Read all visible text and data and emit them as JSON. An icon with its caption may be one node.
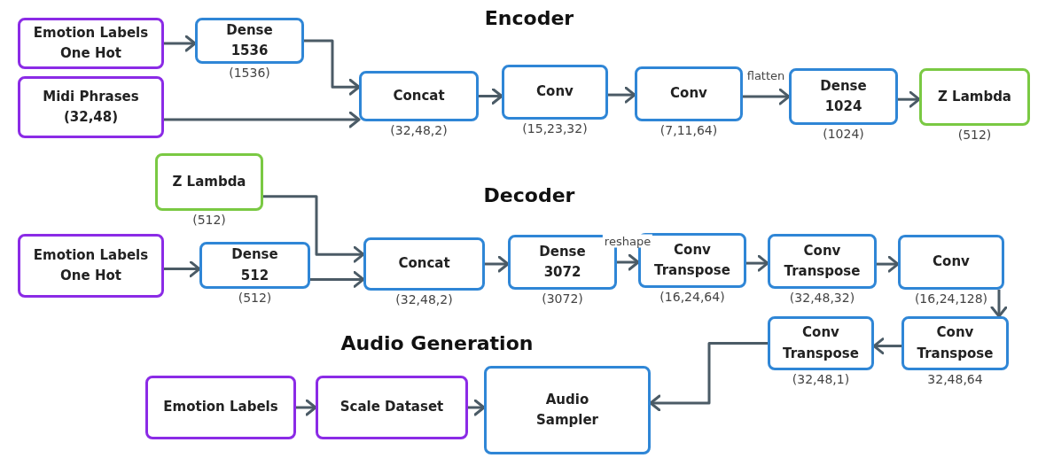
{
  "diagram": {
    "nodes": [
      {
        "text": [
          "Emotion Labels One Hot"
        ]
      },
      {
        "text": [
          "Dense 1536"
        ],
        "beside": [
          "(1536)"
        ]
      },
      {
        "text": [
          "Midi Phrases (32,48)"
        ]
      },
      {
        "text": [
          "Concat"
        ],
        "beside": [
          "(32,48,2)"
        ]
      },
      {
        "text": [
          "Conv"
        ],
        "beside": [
          "(15,23,32)"
        ]
      },
      {
        "text": [
          "Conv"
        ],
        "beside": [
          "(7,11,64)"
        ]
      },
      {
        "text": [
          "Dense 1024"
        ],
        "beside": [
          "(1024)"
        ]
      },
      {
        "text": [
          "Z Lambda"
        ],
        "beside": [
          "(512)"
        ]
      },
      {
        "text": [
          "Z Lambda"
        ],
        "beside": [
          "(512)"
        ]
      },
      {
        "text": [
          "Emotion Labels One Hot"
        ]
      },
      {
        "text": [
          "Dense 512"
        ],
        "beside": [
          "(512)"
        ]
      },
      {
        "text": [
          "Concat"
        ],
        "beside": [
          "(32,48,2)"
        ]
      },
      {
        "text": [
          "Dense 3072"
        ],
        "beside": [
          "(3072)"
        ]
      },
      {
        "text": [
          "Conv Transpose"
        ],
        "beside": [
          "(16,24,64)"
        ]
      },
      {
        "text": [
          "Conv Transpose"
        ],
        "beside": [
          "(32,48,32)"
        ]
      },
      {
        "text": [
          "Conv"
        ],
        "beside": [
          "(16,24,128)"
        ]
      },
      {
        "text": [
          "Conv Transpose"
        ],
        "beside": [
          "32,48,64"
        ]
      },
      {
        "text": [
          "Conv Transpose"
        ],
        "beside": [
          "(32,48,1)"
        ]
      },
      {
        "text": [
          "Emotion Labels"
        ]
      },
      {
        "text": [
          "Scale Dataset"
        ]
      },
      {
        "text": [
          "Audio Sampler"
        ]
      }
    ],
    "edges": [
      {
        "from": 0,
        "to": 1,
        "arrow": "to"
      },
      {
        "from": 1,
        "to": 3,
        "arrow": "to"
      },
      {
        "from": 2,
        "to": 3,
        "arrow": "to"
      },
      {
        "from": 3,
        "to": 4,
        "arrow": "to"
      },
      {
        "from": 4,
        "to": 5,
        "arrow": "to"
      },
      {
        "from": 5,
        "to": 6,
        "arrow": "to",
        "label": "flatten"
      },
      {
        "from": 6,
        "to": 7,
        "arrow": "to"
      },
      {
        "from": 8,
        "to": 11,
        "arrow": "to"
      },
      {
        "from": 9,
        "to": 10,
        "arrow": "to"
      },
      {
        "from": 10,
        "to": 11,
        "arrow": "to"
      },
      {
        "from": 11,
        "to": 12,
        "arrow": "to"
      },
      {
        "from": 12,
        "to": 13,
        "arrow": "to",
        "label": "reshape"
      },
      {
        "from": 13,
        "to": 14,
        "arrow": "to"
      },
      {
        "from": 14,
        "to": 15,
        "arrow": "to"
      },
      {
        "from": 15,
        "to": 16,
        "arrow": "to"
      },
      {
        "from": 16,
        "to": 17,
        "arrow": "to"
      },
      {
        "from": 17,
        "to": 20,
        "arrow": "to"
      },
      {
        "from": 18,
        "to": 19,
        "arrow": "to"
      },
      {
        "from": 19,
        "to": 20,
        "arrow": "to"
      }
    ],
    "labels": [
      "Encoder",
      "Decoder",
      "Audio Generation"
    ]
  }
}
